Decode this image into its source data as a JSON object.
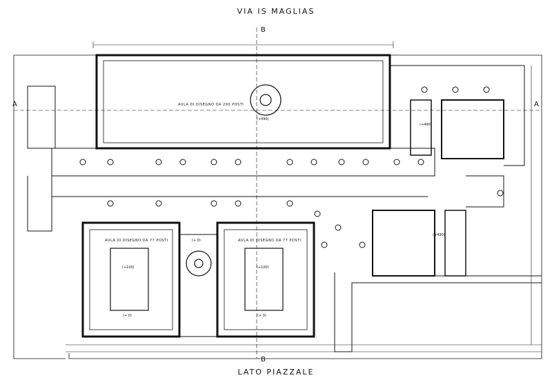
{
  "streets": {
    "top": "VIA IS MAGLIAS",
    "bottom": "LATO PIAZZALE"
  },
  "section_marks": {
    "a_left": "A",
    "a_right": "A",
    "b_top": "B",
    "b_bottom": "B"
  },
  "rooms": {
    "top_hall": "AULA DI DISEGNO DA 200 POSTI",
    "left_hall": "AULA DI DISEGNO DA 77 POSTI",
    "right_hall": "AULA DI DISEGNO DA 77 POSTI"
  },
  "elevations": {
    "top_stair": "(+490)",
    "left_table": "(+100)",
    "right_table": "(+100)",
    "left_bottom": "(+ 0)",
    "right_bottom": "(+ 0)",
    "mid_stair": "(+ 0)",
    "wc_top": "(+490)",
    "wc_bottom": "(+490)"
  }
}
